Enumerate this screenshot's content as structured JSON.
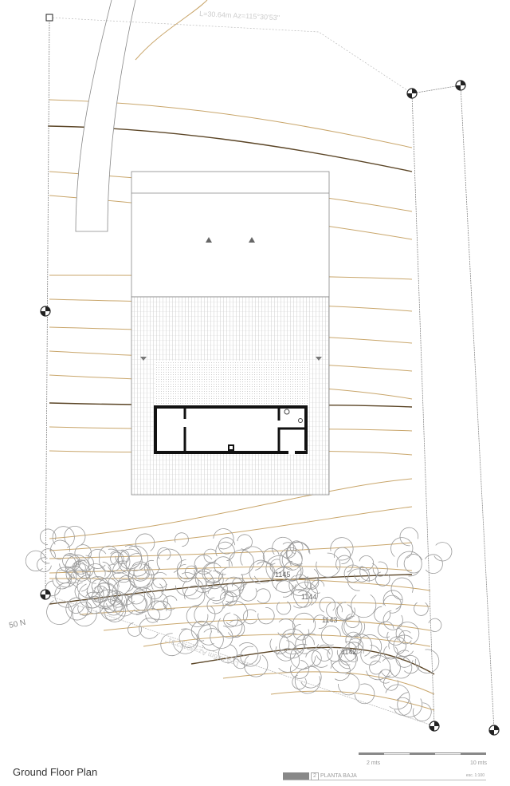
{
  "drawing": {
    "title": "Ground Floor Plan",
    "north_label": "50 N",
    "boundary_top_label": "L=30.64m  Az=115°30'53\"",
    "boundary_bottom_label": "L=32.26m  Az=301°2'31\"",
    "contour_labels": [
      "1145",
      "1144",
      "1143",
      "1142"
    ],
    "scale_bar": {
      "left_label": "2 mts",
      "right_label": "10 mts"
    },
    "plate": {
      "number": "2",
      "name": "PLANTA BAJA",
      "scale": "esc. 1:100"
    },
    "colors": {
      "contour_light": "#c9a66b",
      "contour_dark": "#5b4526",
      "line": "#777777",
      "wall": "#111111"
    }
  }
}
